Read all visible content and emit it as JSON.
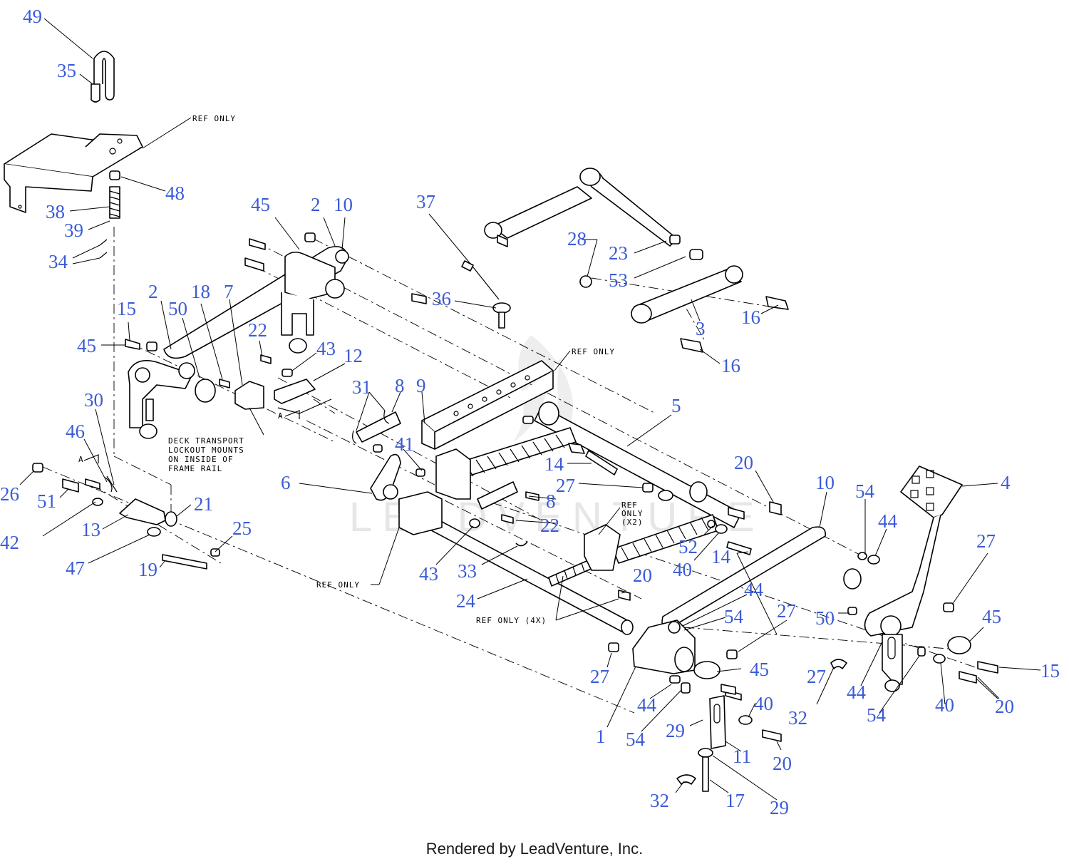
{
  "footer": "Rendered by LeadVenture, Inc.",
  "watermark": "LEADVENTURE",
  "colors": {
    "callout": "#3b5bd6",
    "line": "#000000",
    "background": "#ffffff"
  },
  "notes": {
    "ref_only": "REF ONLY",
    "ref_only_x2_a": "REF",
    "ref_only_x2_b": "ONLY",
    "ref_only_x2_c": "(X2)",
    "ref_only_4x": "REF ONLY (4X)",
    "deck_1": "DECK TRANSPORT",
    "deck_2": "LOCKOUT MOUNTS",
    "deck_3": "ON INSIDE OF",
    "deck_4": "FRAME RAIL",
    "marker_a": "A"
  },
  "callouts": {
    "c49": "49",
    "c35": "35",
    "c48": "48",
    "c38": "38",
    "c39": "39",
    "c34": "34",
    "c45a": "45",
    "c2a": "2",
    "c10a": "10",
    "c37": "37",
    "c28": "28",
    "c23": "23",
    "c53": "53",
    "c36": "36",
    "c3": "3",
    "c16a": "16",
    "c16b": "16",
    "c2b": "2",
    "c18": "18",
    "c7": "7",
    "c15a": "15",
    "c50a": "50",
    "c45b": "45",
    "c22a": "22",
    "c43a": "43",
    "c12": "12",
    "c31": "31",
    "c8a": "8",
    "c9": "9",
    "c5": "5",
    "c30": "30",
    "c46": "46",
    "c41": "41",
    "c14a": "14",
    "c20a": "20",
    "c10b": "10",
    "c54a": "54",
    "c44a": "44",
    "c4": "4",
    "c26": "26",
    "c51": "51",
    "c21": "21",
    "c6": "6",
    "c27a": "27",
    "c8b": "8",
    "c22b": "22",
    "c42": "42",
    "c13": "13",
    "c25": "25",
    "c47": "47",
    "c19": "19",
    "c43b": "43",
    "c33": "33",
    "c52": "52",
    "c40a": "40",
    "c14b": "14",
    "c27b": "27",
    "c24": "24",
    "c20b": "20",
    "c44b": "44",
    "c54b": "54",
    "c27c": "27",
    "c50b": "50",
    "c45c": "45",
    "c27d": "27",
    "c45d": "45",
    "c15b": "15",
    "c27e": "27",
    "c32a": "32",
    "c44c": "44",
    "c54c": "54",
    "c40b": "40",
    "c20c": "20",
    "c1": "1",
    "c44d": "44",
    "c54d": "54",
    "c29a": "29",
    "c40c": "40",
    "c11": "11",
    "c20d": "20",
    "c32b": "32",
    "c17": "17",
    "c29b": "29"
  }
}
